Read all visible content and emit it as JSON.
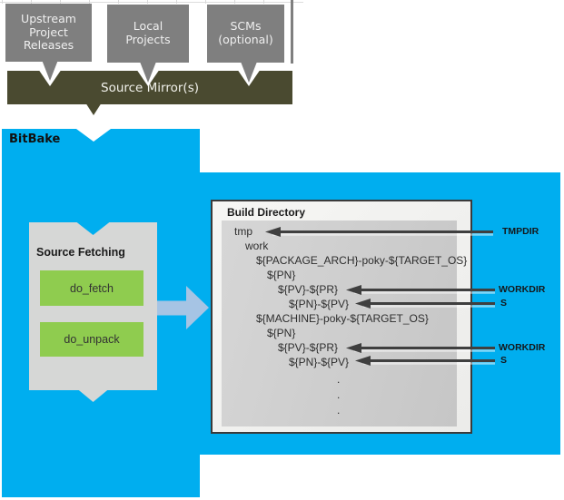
{
  "sources": {
    "boxes": [
      {
        "label": "Upstream\nProject\nReleases"
      },
      {
        "label": "Local\nProjects"
      },
      {
        "label": "SCMs\n(optional)"
      }
    ],
    "mirror_label": "Source Mirror(s)"
  },
  "bitbake": {
    "label": "BitBake"
  },
  "fetching": {
    "title": "Source Fetching",
    "tasks": [
      {
        "name": "do_fetch"
      },
      {
        "name": "do_unpack"
      }
    ]
  },
  "build": {
    "title": "Build Directory",
    "tree": [
      {
        "text": "tmp"
      },
      {
        "text": "work"
      },
      {
        "text": "${PACKAGE_ARCH}-poky-${TARGET_OS}"
      },
      {
        "text": "${PN}"
      },
      {
        "text": "${PV}-${PR}"
      },
      {
        "text": "${PN}-${PV}"
      },
      {
        "text": "${MACHINE}-poky-${TARGET_OS}"
      },
      {
        "text": "${PN}"
      },
      {
        "text": "${PV}-${PR}"
      },
      {
        "text": "${PN}-${PV}"
      },
      {
        "text": "."
      },
      {
        "text": "."
      },
      {
        "text": "."
      }
    ]
  },
  "pointers": [
    {
      "label": "TMPDIR",
      "target": "tmp"
    },
    {
      "label": "WORKDIR",
      "target": "${PV}-${PR}"
    },
    {
      "label": "S",
      "target": "${PN}-${PV}"
    },
    {
      "label": "WORKDIR",
      "target": "${PV}-${PR}"
    },
    {
      "label": "S",
      "target": "${PN}-${PV}"
    }
  ],
  "colors": {
    "bitbake_cyan": "#00AEEF",
    "mirror_olive": "#4A4A30",
    "source_gray": "#7F7F7F",
    "panel_gray": "#D6D7D6",
    "dir_gray": "#CCCCCC",
    "task_green": "#8FCC4F",
    "flow_arrow_blue": "#A6C4E4",
    "pointer_arrow_dark": "#3F3F3F"
  }
}
